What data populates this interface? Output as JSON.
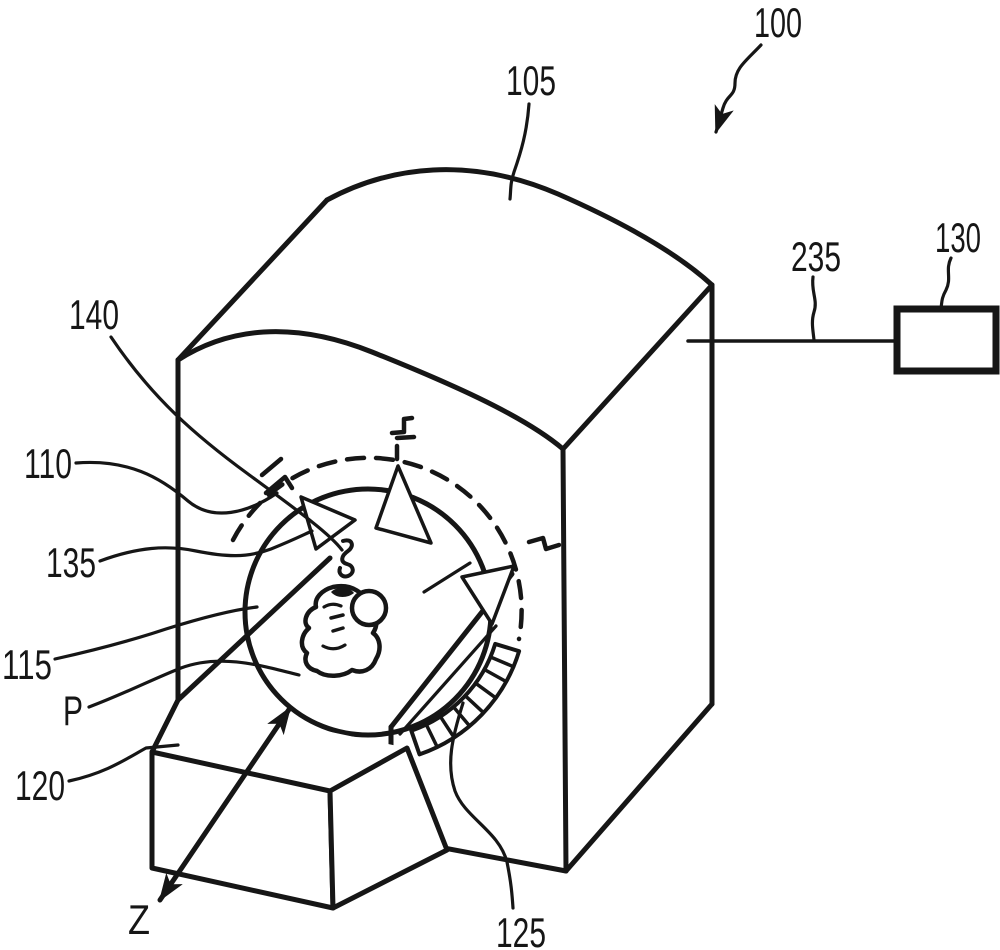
{
  "figure": {
    "background": "#ffffff",
    "ink": "#161616",
    "reference_labels": {
      "system": "100",
      "gantry": "105",
      "source": "110",
      "aperture": "115",
      "support": "120",
      "detector": "125",
      "control_unit": "130",
      "beam": "135",
      "target": "140",
      "connection": "235",
      "patient": "P",
      "axis": "Z"
    }
  }
}
